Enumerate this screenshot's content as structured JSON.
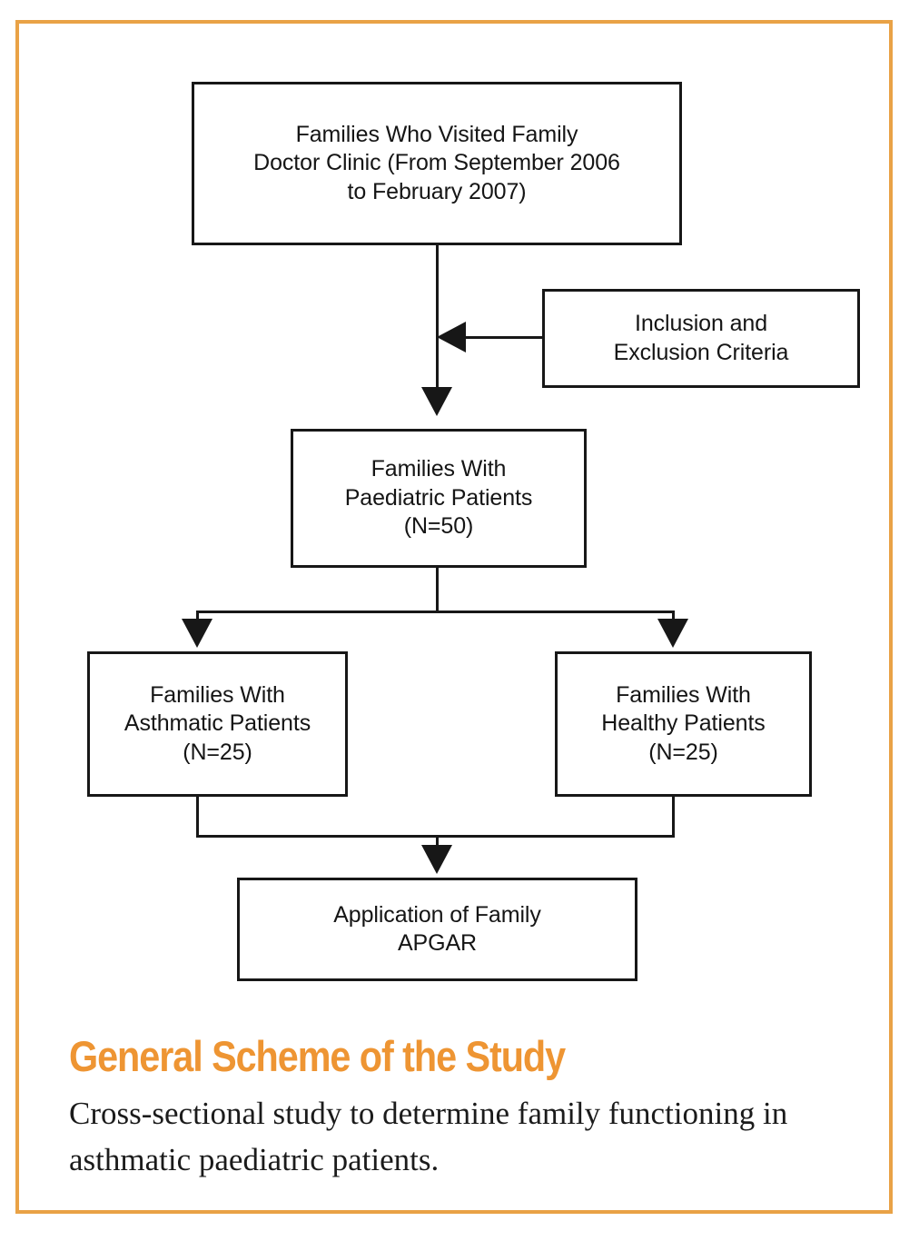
{
  "figure": {
    "title": "General Scheme of the Study",
    "description": "Cross-sectional study to determine family functioning in asthmatic paediatric patients.",
    "title_color": "#ee9533",
    "frame_color": "#e9a246",
    "line_color": "#171717"
  },
  "chart_data": {
    "type": "flowchart",
    "title": "General Scheme of the Study",
    "nodes": [
      {
        "id": "source",
        "label": "Families Who Visited Family\nDoctor Clinic (From September 2006\nto February 2007)"
      },
      {
        "id": "criteria",
        "label": "Inclusion and\nExclusion Criteria"
      },
      {
        "id": "paediatric",
        "label": "Families With\nPaediatric Patients\n(N=50)",
        "n": 50
      },
      {
        "id": "asthmatic",
        "label": "Families With\nAsthmatic Patients\n(N=25)",
        "n": 25
      },
      {
        "id": "healthy",
        "label": "Families With\nHealthy Patients\n(N=25)",
        "n": 25
      },
      {
        "id": "apgar",
        "label": "Application of Family\nAPGAR"
      }
    ],
    "edges": [
      {
        "from": "source",
        "to": "paediatric",
        "arrow": "down"
      },
      {
        "from": "criteria",
        "to": "source-paediatric-trunk",
        "arrow": "left"
      },
      {
        "from": "paediatric",
        "to": "asthmatic",
        "arrow": "down"
      },
      {
        "from": "paediatric",
        "to": "healthy",
        "arrow": "down"
      },
      {
        "from": "asthmatic",
        "to": "apgar",
        "arrow": "down"
      },
      {
        "from": "healthy",
        "to": "apgar",
        "arrow": "down"
      }
    ]
  }
}
